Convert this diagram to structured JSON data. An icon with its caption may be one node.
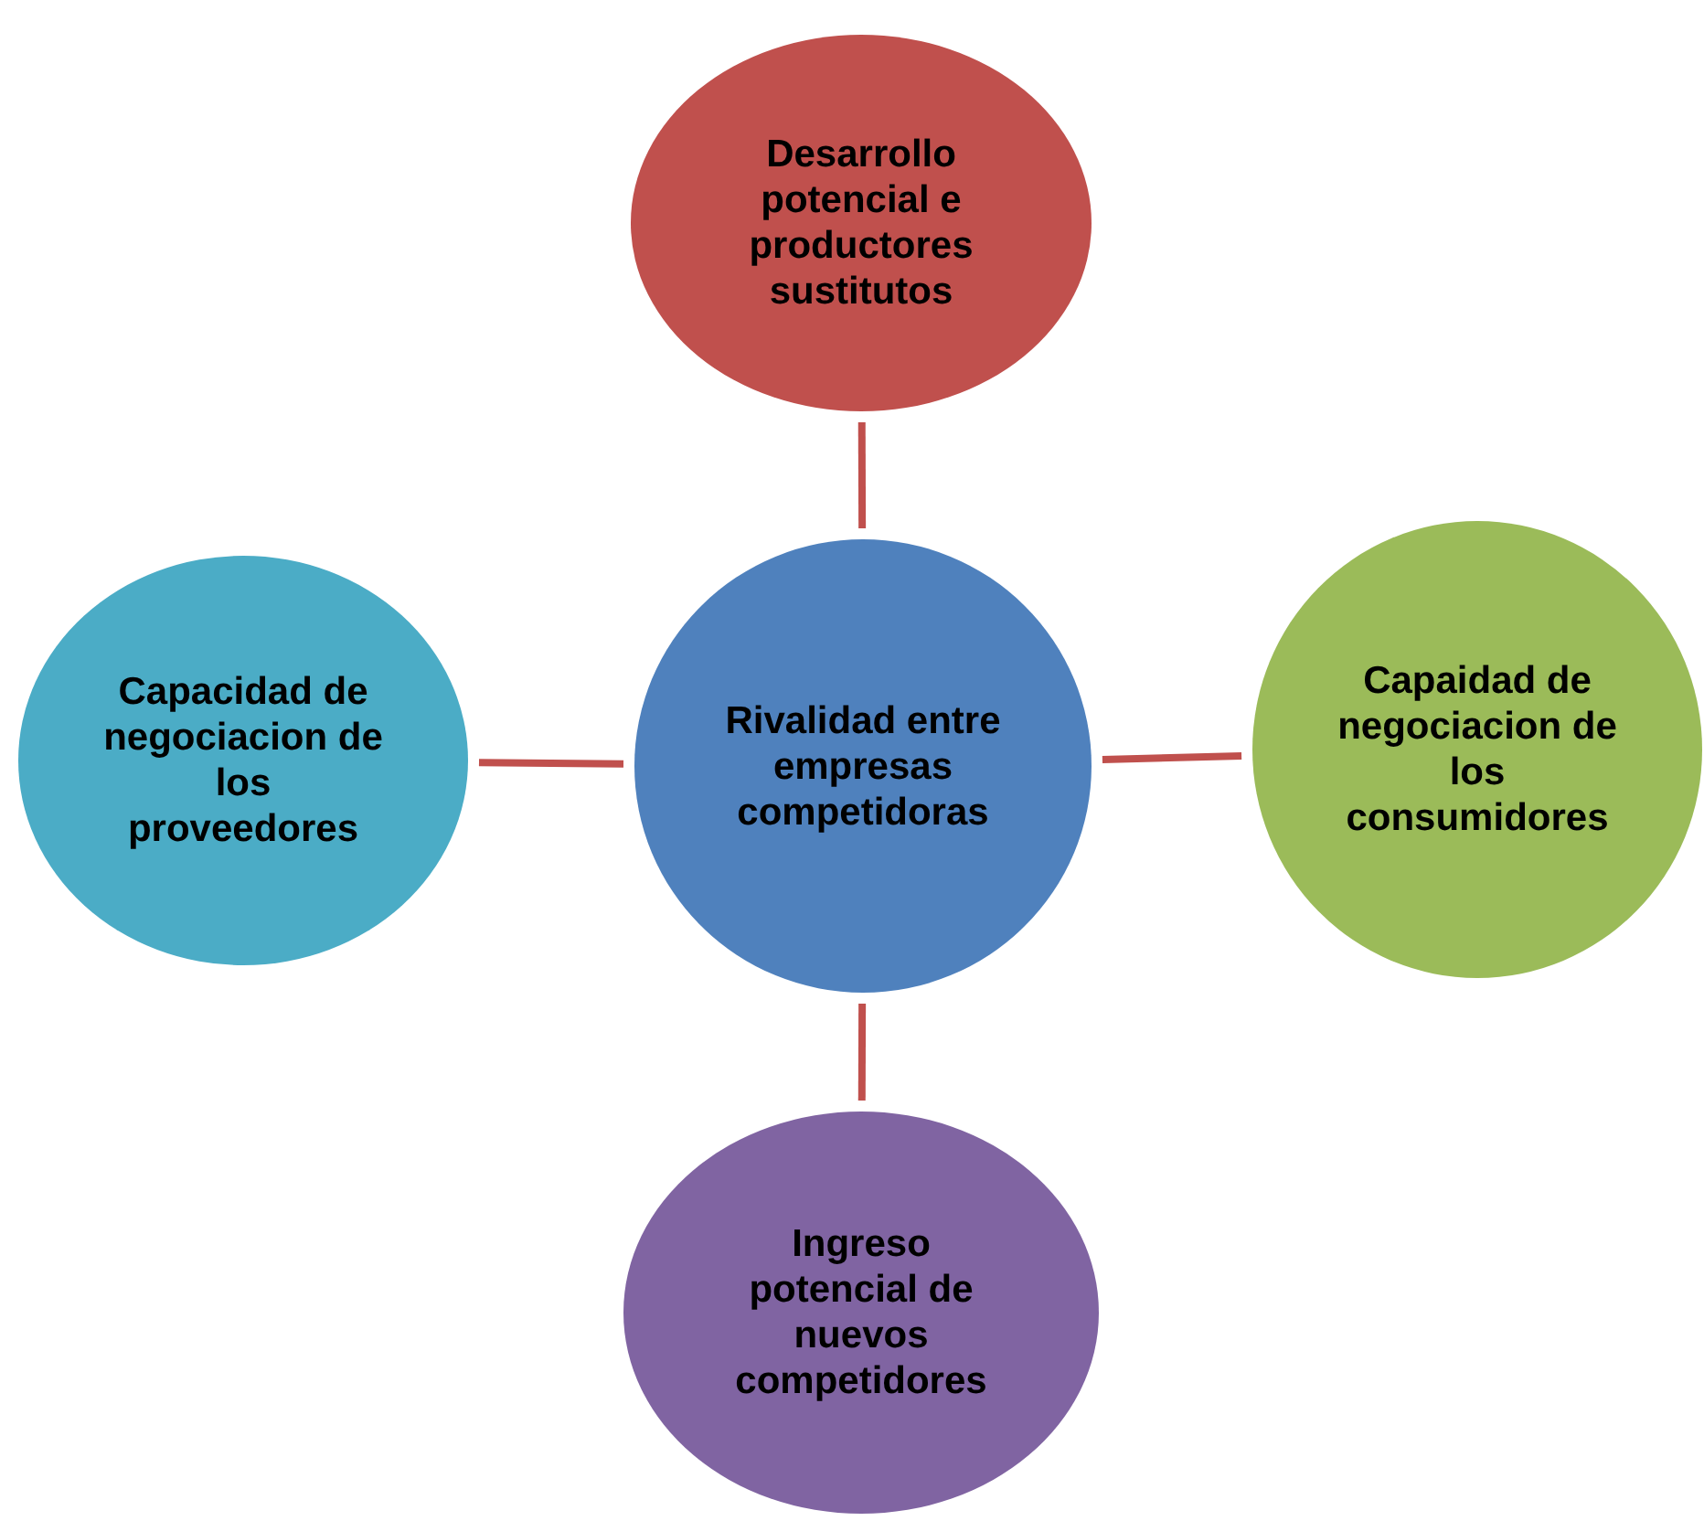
{
  "diagram": {
    "nodes": [
      {
        "text": [
          "Desarrollo potencial e productores sustitutos"
        ]
      },
      {
        "text": [
          "Capacidad de negociacion de los proveedores"
        ]
      },
      {
        "text": [
          "Rivalidad entre empresas competidoras"
        ]
      },
      {
        "text": [
          "Capaidad de negociacion de los consumidores"
        ]
      },
      {
        "text": [
          "Ingreso potencial de nuevos competidores"
        ]
      }
    ],
    "edges": [
      {
        "from": 2,
        "to": 0,
        "arrow": "none"
      },
      {
        "from": 2,
        "to": 1,
        "arrow": "none"
      },
      {
        "from": 2,
        "to": 3,
        "arrow": "none"
      },
      {
        "from": 2,
        "to": 4,
        "arrow": "none"
      }
    ]
  }
}
